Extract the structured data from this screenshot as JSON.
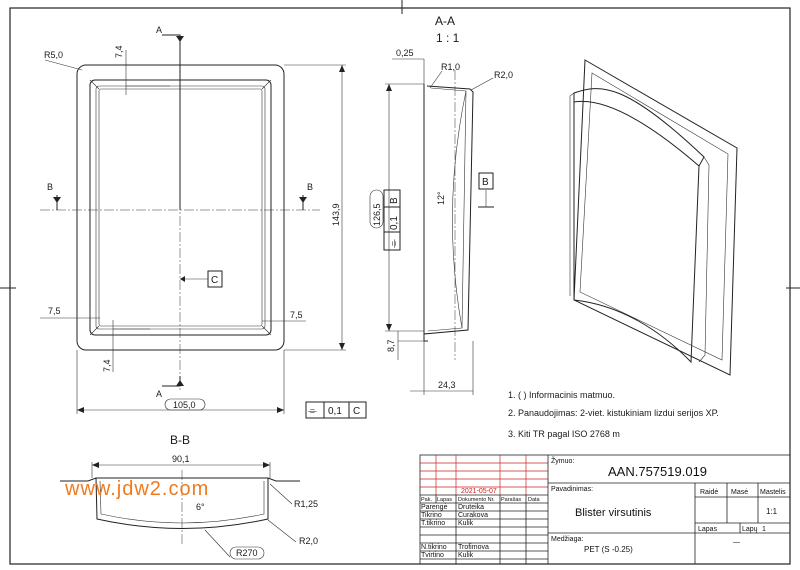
{
  "section_aa": {
    "title": "A-A",
    "scale": "1 : 1"
  },
  "section_bb": {
    "title": "B-B"
  },
  "cut_markers": {
    "a": "A",
    "b": "B"
  },
  "datums": {
    "b": "B",
    "c": "C"
  },
  "front_view": {
    "corner_radius": "R5,0",
    "top_offset": "7,4",
    "bottom_offset": "7,4",
    "left_offset": "7,5",
    "right_offset": "7,5",
    "height": "143,9",
    "width": "105,0"
  },
  "flatness_c": {
    "symbol": "⌯",
    "value": "0,1",
    "datum": "C"
  },
  "side_view": {
    "wall": "0,25",
    "r_top": "R1,0",
    "r_outer": "R2,0",
    "angle": "12°",
    "depth": "126,5",
    "flange": "8,7",
    "width": "24,3"
  },
  "flatness_b": {
    "symbol": "⌯",
    "value": "0,1",
    "datum": "B"
  },
  "section_bb_dims": {
    "width": "90,1",
    "r1": "R1,25",
    "angle": "6°",
    "r2": "R2,0",
    "r_big": "R270"
  },
  "notes": [
    "1.   (   )  Informacinis matmuo.",
    "2.   Panaudojimas:  2-viet. kistukiniam  lizdui serijos XP.",
    "3.   Kiti  TR pagal  ISO 2768 m"
  ],
  "title_block": {
    "zymuo_label": "Žymuo:",
    "code": "AAN.757519.019",
    "date": "2021-05-07",
    "col_headers": [
      "Pak.",
      "Lapas",
      "Dokumento Nr.",
      "Parašas",
      "Data"
    ],
    "rows": [
      {
        "role": "Parengė",
        "name": "Druteika"
      },
      {
        "role": "Tikrino",
        "name": "Curakova"
      },
      {
        "role": "T.tikrino",
        "name": "Kulik"
      },
      {
        "role": "N.tikrino",
        "name": "Trofimova"
      },
      {
        "role": "Tvirtino",
        "name": "Kulik"
      }
    ],
    "pavadinimas_label": "Pavadinimas:",
    "title": "Blister  virsutinis",
    "raide_label": "Raidė",
    "mase_label": "Masė",
    "mastelis_label": "Mastelis",
    "scale_value": "1:1",
    "lapas_label": "Lapas",
    "lapu_label": "Lapų",
    "lapu_value": "1",
    "medziaga_label": "Medžiaga:",
    "material": "PET  (S -0.25)",
    "dash": "—"
  },
  "watermark": "www.jdw2.com"
}
